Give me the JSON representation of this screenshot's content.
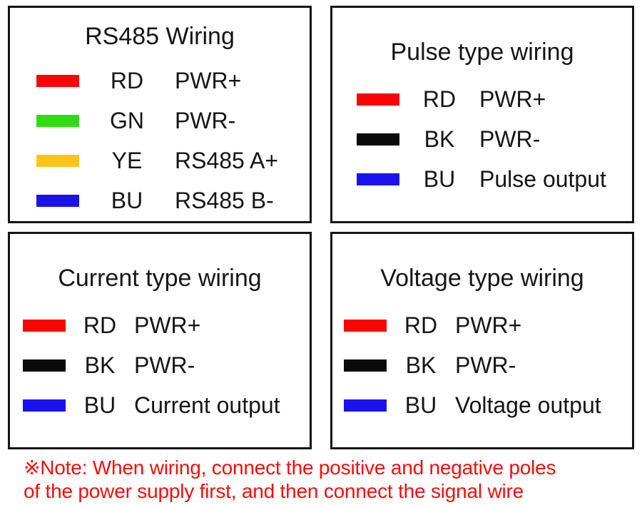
{
  "boxes": [
    {
      "id": "rs485",
      "title": "RS485 Wiring",
      "rows": [
        {
          "color": "#fa0505",
          "color_name": "red",
          "code": "RD",
          "label": "PWR+"
        },
        {
          "color": "#2edc12",
          "color_name": "green",
          "code": "GN",
          "label": "PWR-"
        },
        {
          "color": "#fcc515",
          "color_name": "yellow",
          "code": "YE",
          "label": "RS485 A+"
        },
        {
          "color": "#1a13ee",
          "color_name": "blue",
          "code": "BU",
          "label": "RS485 B-"
        }
      ]
    },
    {
      "id": "pulse",
      "title": "Pulse type wiring",
      "rows": [
        {
          "color": "#fa0505",
          "color_name": "red",
          "code": "RD",
          "label": "PWR+"
        },
        {
          "color": "#0a0a0a",
          "color_name": "black",
          "code": "BK",
          "label": "PWR-"
        },
        {
          "color": "#1a13ee",
          "color_name": "blue",
          "code": "BU",
          "label": "Pulse output"
        }
      ]
    },
    {
      "id": "current",
      "title": "Current type wiring",
      "rows": [
        {
          "color": "#fa0505",
          "color_name": "red",
          "code": "RD",
          "label": "PWR+"
        },
        {
          "color": "#0a0a0a",
          "color_name": "black",
          "code": "BK",
          "label": "PWR-"
        },
        {
          "color": "#1a13ee",
          "color_name": "blue",
          "code": "BU",
          "label": "Current output"
        }
      ]
    },
    {
      "id": "voltage",
      "title": "Voltage type wiring",
      "rows": [
        {
          "color": "#fa0505",
          "color_name": "red",
          "code": "RD",
          "label": "PWR+"
        },
        {
          "color": "#0a0a0a",
          "color_name": "black",
          "code": "BK",
          "label": "PWR-"
        },
        {
          "color": "#1a13ee",
          "color_name": "blue",
          "code": "BU",
          "label": "Voltage output"
        }
      ]
    }
  ],
  "note": {
    "color": "#f80b0b",
    "lines": [
      "※Note: When wiring, connect the positive and negative poles",
      "of the power supply first, and then connect the signal wire"
    ]
  }
}
